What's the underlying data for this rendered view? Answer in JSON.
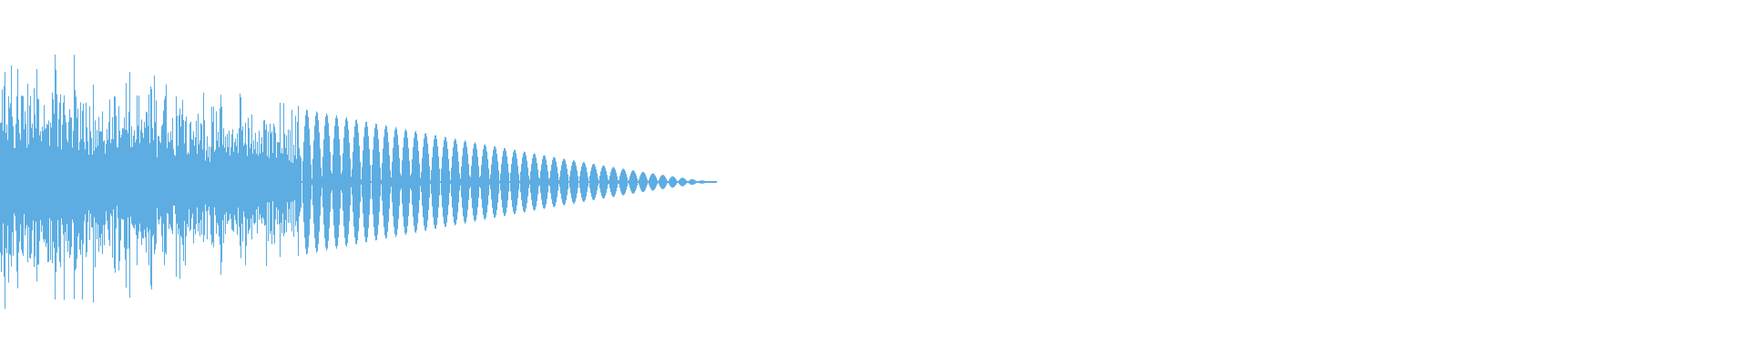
{
  "waveform": {
    "color": "#5DADE2",
    "background": "#FFFFFF",
    "envelope": {
      "onset_amplitude": 0.82,
      "noisy_phase_fraction": 0.42,
      "tonal_oscillation_count": 42,
      "active_fraction_of_width": 0.41
    }
  }
}
